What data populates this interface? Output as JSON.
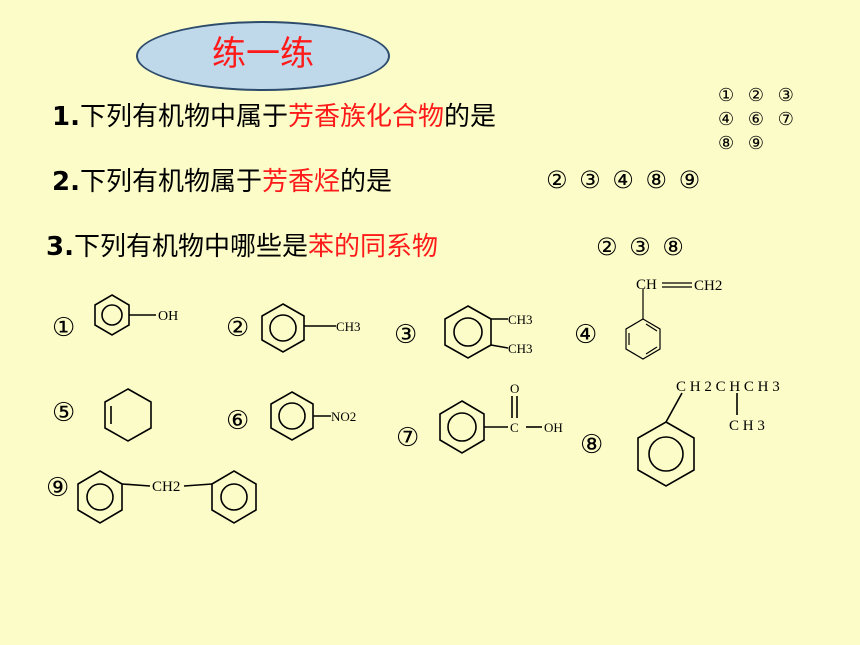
{
  "title": "练一练",
  "questions": [
    {
      "num": "1.",
      "pre": "下列有机物中属于",
      "highlight": "芳香族化合物",
      "post": "的是",
      "answer_lines": [
        "① ② ③",
        "④ ⑥ ⑦",
        "⑧ ⑨"
      ]
    },
    {
      "num": "2.",
      "pre": "下列有机物属于",
      "highlight": "芳香烃",
      "post": "的是",
      "answer": "② ③ ④ ⑧ ⑨"
    },
    {
      "num": "3.",
      "pre": "下列有机物中哪些是",
      "highlight": "苯的同系物",
      "post": "",
      "answer": "② ③ ⑧"
    }
  ],
  "compounds": [
    {
      "label": "①",
      "groups": [
        "OH"
      ]
    },
    {
      "label": "②",
      "groups": [
        "CH3"
      ]
    },
    {
      "label": "③",
      "groups": [
        "CH3",
        "CH3"
      ]
    },
    {
      "label": "④",
      "groups": [
        "CH",
        "CH2"
      ]
    },
    {
      "label": "⑤",
      "groups": []
    },
    {
      "label": "⑥",
      "groups": [
        "NO2"
      ]
    },
    {
      "label": "⑦",
      "groups": [
        "O",
        "C",
        "OH"
      ]
    },
    {
      "label": "⑧",
      "groups": [
        "C H 2 C H C H 3",
        "C H 3"
      ]
    },
    {
      "label": "⑨",
      "groups": [
        "CH2"
      ]
    }
  ],
  "colors": {
    "background": "#fcfcc9",
    "highlight": "#ff1a1a",
    "ellipse_fill": "#bfd8ea"
  }
}
